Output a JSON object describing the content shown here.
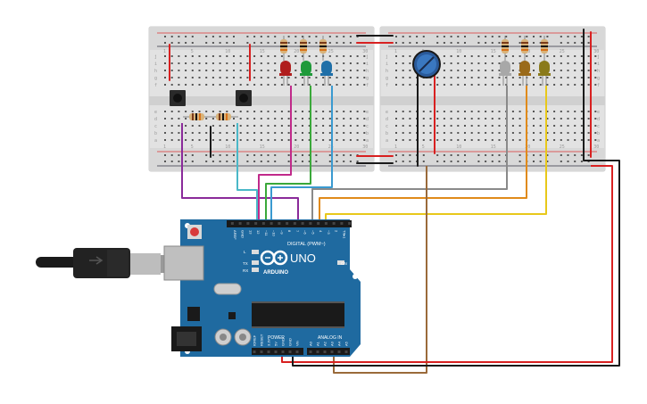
{
  "arduino": {
    "model": "UNO",
    "brand": "ARDUINO",
    "digital_header_label": "DIGITAL (PWM~)",
    "power_label": "POWER",
    "analog_label": "ANALOG IN",
    "on_label": "ON",
    "tx_label": "TX",
    "rx_label": "RX",
    "l_label": "L",
    "digital_pins": [
      "AREF",
      "GND",
      "13",
      "12",
      "~11",
      "~10",
      "~9",
      "8",
      "7",
      "~6",
      "~5",
      "4",
      "~3",
      "2",
      "TX▸1",
      "RX◂0"
    ],
    "power_pins": [
      "IOREF",
      "RESET",
      "3.3V",
      "5V",
      "GND",
      "GND",
      "Vin"
    ],
    "analog_pins": [
      "A0",
      "A1",
      "A2",
      "A3",
      "A4",
      "A5"
    ]
  },
  "breadboard_left": {
    "row_letters_top": [
      "j",
      "i",
      "h",
      "g",
      "f"
    ],
    "row_letters_bottom": [
      "e",
      "d",
      "c",
      "b",
      "a"
    ],
    "column_numbers": [
      "1",
      "5",
      "10",
      "15",
      "20",
      "25",
      "30"
    ]
  },
  "breadboard_right": {
    "row_letters_top": [
      "j",
      "i",
      "h",
      "g",
      "f"
    ],
    "row_letters_bottom": [
      "e",
      "d",
      "c",
      "b",
      "a"
    ],
    "column_numbers": [
      "1",
      "5",
      "10",
      "15",
      "20",
      "25",
      "30"
    ]
  },
  "leds_left": [
    {
      "name": "red-led",
      "color": "#b01e1e"
    },
    {
      "name": "green-led",
      "color": "#1f9a3a"
    },
    {
      "name": "blue-led",
      "color": "#1f6fa8"
    }
  ],
  "leds_right": [
    {
      "name": "white-led",
      "color": "#a8a8a8"
    },
    {
      "name": "orange-led",
      "color": "#9a6a1a"
    },
    {
      "name": "yellow-led",
      "color": "#8a7a1a"
    }
  ],
  "wire_colors": {
    "purple": "#8a2a9a",
    "cyan": "#4ab8c8",
    "magenta": "#c02a8a",
    "green": "#3aa83a",
    "blue": "#3a9ad0",
    "gray": "#8a8a8a",
    "orange": "#e08a1a",
    "yellow": "#e8c81a",
    "brown": "#9a6a3a",
    "red": "#d82020",
    "black": "#1a1a1a"
  }
}
